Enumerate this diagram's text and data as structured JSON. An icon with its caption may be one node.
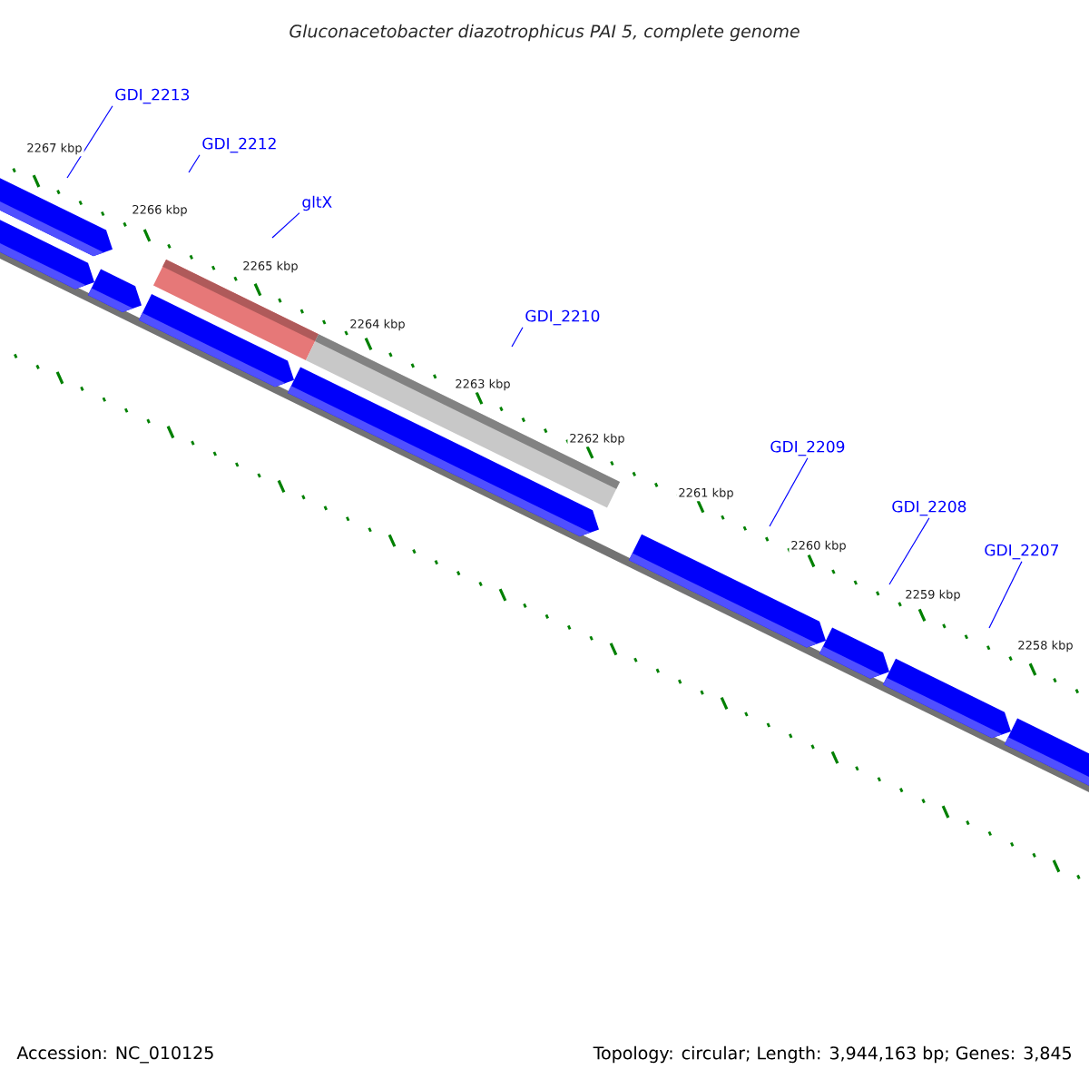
{
  "diagram": {
    "title": "Gluconacetobacter diazotrophicus PAI 5, complete genome",
    "nodes": [
      {
        "text": [
          "GDI_2213"
        ]
      },
      {
        "text": [
          "GDI_2212"
        ]
      },
      {
        "text": [
          "gltX"
        ]
      },
      {
        "text": [
          "GDI_2210"
        ]
      },
      {
        "text": [
          "GDI_2209"
        ]
      },
      {
        "text": [
          "GDI_2208"
        ]
      },
      {
        "text": [
          "GDI_2207"
        ]
      }
    ],
    "edges": [
      {
        "from": 0,
        "to": null,
        "arrow": "none"
      },
      {
        "from": 1,
        "to": null,
        "arrow": "none"
      },
      {
        "from": 2,
        "to": null,
        "arrow": "none"
      },
      {
        "from": 3,
        "to": null,
        "arrow": "none"
      },
      {
        "from": 4,
        "to": null,
        "arrow": "none"
      },
      {
        "from": 5,
        "to": null,
        "arrow": "none"
      },
      {
        "from": 6,
        "to": null,
        "arrow": "none"
      }
    ],
    "labels": [
      "2267 kbp",
      "2266 kbp",
      "2265 kbp",
      "2264 kbp",
      "2263 kbp",
      "2262 kbp",
      "2261 kbp",
      "2260 kbp",
      "2259 kbp",
      "2258 kbp",
      "Accession: NC_010125",
      "Topology: circular; Length: 3,944,163 bp; Genes: 3,845"
    ]
  }
}
